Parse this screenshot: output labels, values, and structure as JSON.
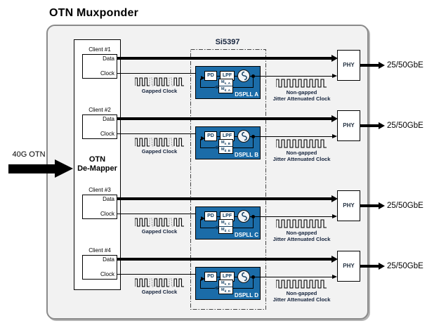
{
  "title": "OTN Muxponder",
  "input_signal": "40G OTN",
  "demapper": {
    "line1": "OTN",
    "line2": "De-Mapper"
  },
  "chip_label": "Si5397",
  "colors": {
    "dspll_fill": "#1B6CA8",
    "label_navy": "#0F3C61",
    "wave_label_navy": "#16243D",
    "container_fill": "#F2F2F2",
    "container_border": "#8A8A8A",
    "line_black": "#000000"
  },
  "rows": [
    {
      "client": "Client #1",
      "data_port": "Data",
      "clock_port": "Clock",
      "gapped_label": "Gapped Clock",
      "pd": "PD",
      "lpf": "LPF",
      "m_letter": "M",
      "m_num_sub": "n_A",
      "m_den_sub": "d_A",
      "dspll_name": "DSPLL A",
      "nongapped_line1": "Non-gapped",
      "nongapped_line2": "Jitter Attenuated Clock",
      "phy": "PHY",
      "rate": "25/50GbE"
    },
    {
      "client": "Client #2",
      "data_port": "Data",
      "clock_port": "Clock",
      "gapped_label": "Gapped Clock",
      "pd": "PD",
      "lpf": "LPF",
      "m_letter": "M",
      "m_num_sub": "n_B",
      "m_den_sub": "d_B",
      "dspll_name": "DSPLL B",
      "nongapped_line1": "Non-gapped",
      "nongapped_line2": "Jitter Attenuated Clock",
      "phy": "PHY",
      "rate": "25/50GbE"
    },
    {
      "client": "Client #3",
      "data_port": "Data",
      "clock_port": "Clock",
      "gapped_label": "Gapped Clock",
      "pd": "PD",
      "lpf": "LPF",
      "m_letter": "M",
      "m_num_sub": "n_C",
      "m_den_sub": "d_C",
      "dspll_name": "DSPLL C",
      "nongapped_line1": "Non-gapped",
      "nongapped_line2": "Jitter Attenuated Clock",
      "phy": "PHY",
      "rate": "25/50GbE"
    },
    {
      "client": "Client #4",
      "data_port": "Data",
      "clock_port": "Clock",
      "gapped_label": "Gapped Clock",
      "pd": "PD",
      "lpf": "LPF",
      "m_letter": "M",
      "m_num_sub": "n_D",
      "m_den_sub": "d_D",
      "dspll_name": "DSPLL D",
      "nongapped_line1": "Non-gapped",
      "nongapped_line2": "Jitter Attenuated Clock",
      "phy": "PHY",
      "rate": "25/50GbE"
    }
  ]
}
